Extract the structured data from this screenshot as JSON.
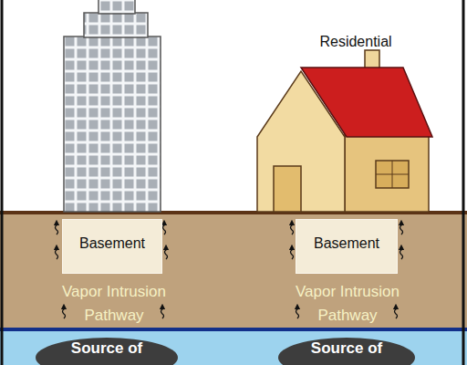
{
  "diagram": {
    "nodes": [
      {
        "text": [
          "Basement"
        ]
      },
      {
        "text": [
          "Basement"
        ]
      },
      {
        "text": [
          "Source of"
        ]
      },
      {
        "text": [
          "Source of"
        ]
      }
    ],
    "labels": [
      "Residential",
      "Vapor Intrusion Pathway",
      "Vapor Intrusion Pathway"
    ]
  }
}
